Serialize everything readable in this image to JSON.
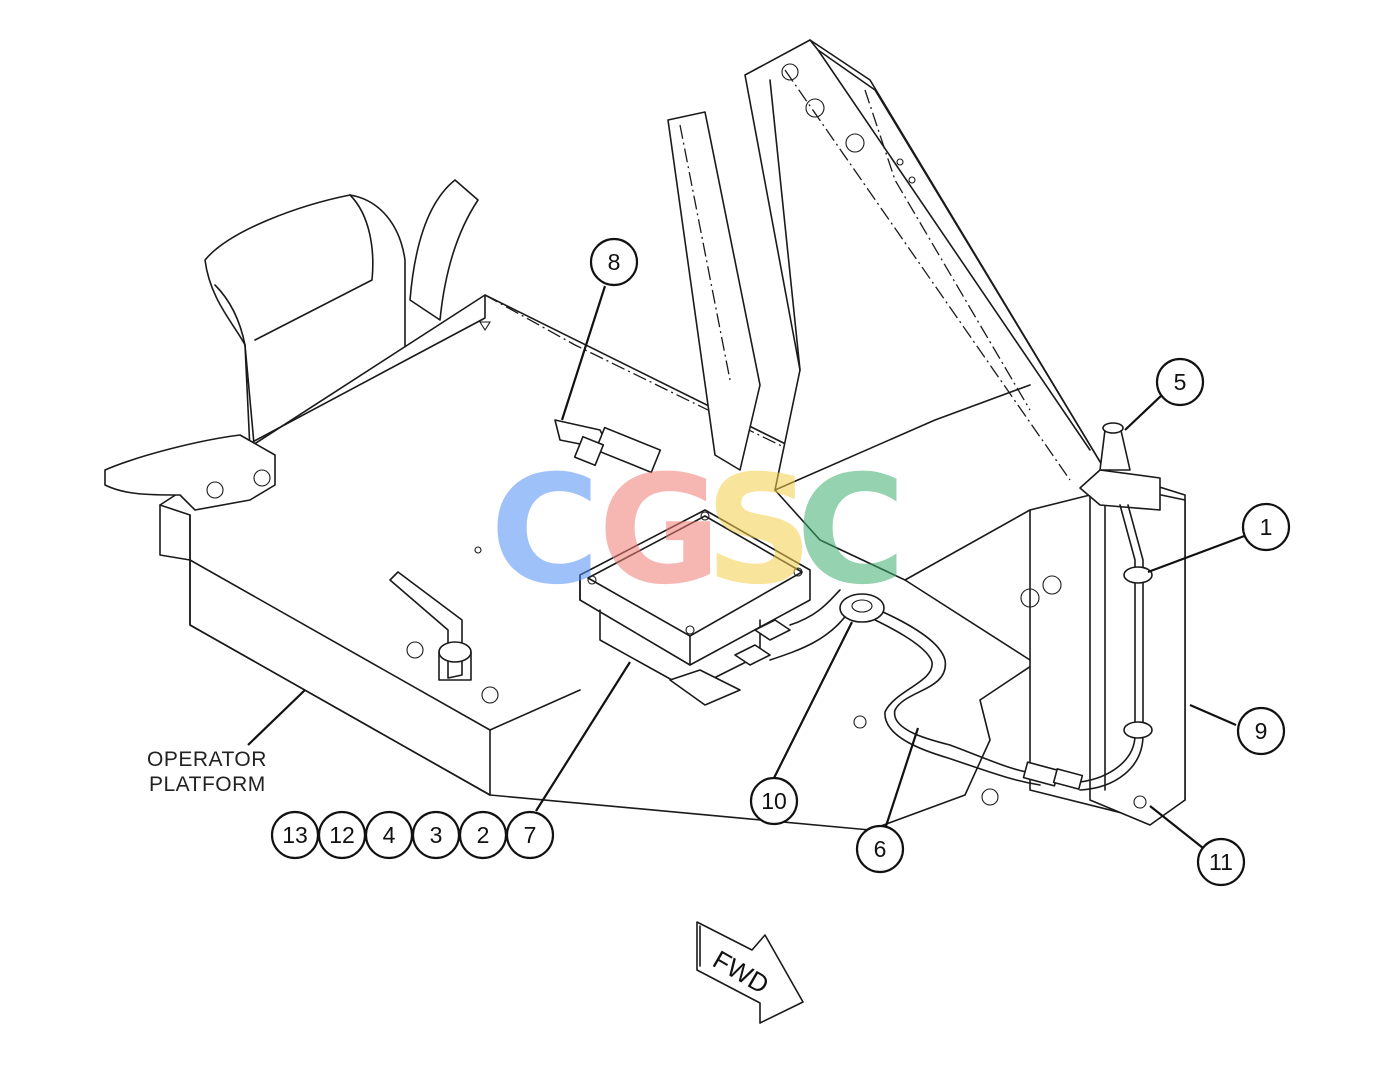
{
  "diagram": {
    "platform_label_line1": "OPERATOR",
    "platform_label_line2": "PLATFORM",
    "fwd_label": "FWD",
    "callouts": [
      "1",
      "2",
      "3",
      "4",
      "5",
      "6",
      "7",
      "8",
      "9",
      "10",
      "11",
      "12",
      "13"
    ],
    "watermark": {
      "letters": [
        "C",
        "G",
        "S",
        "C"
      ],
      "colors": [
        "#4f8ff5",
        "#f07c72",
        "#f5cf4a",
        "#3fae6e"
      ]
    }
  }
}
